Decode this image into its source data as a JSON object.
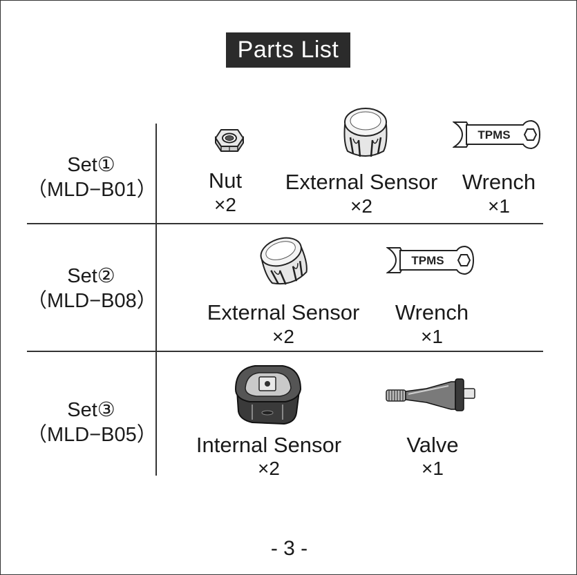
{
  "title": "Parts List",
  "sets": [
    {
      "label": "Set①",
      "model": "（MLD−B01）",
      "parts": [
        {
          "name": "Nut",
          "qty": "×2",
          "icon": "nut-icon"
        },
        {
          "name": "External  Sensor",
          "qty": "×2",
          "icon": "external-sensor-icon"
        },
        {
          "name": "Wrench",
          "qty": "×1",
          "icon": "wrench-icon"
        }
      ]
    },
    {
      "label": "Set②",
      "model": "（MLD−B08）",
      "parts": [
        {
          "name": "External  Sensor",
          "qty": "×2",
          "icon": "external-sensor-icon"
        },
        {
          "name": "Wrench",
          "qty": "×1",
          "icon": "wrench-icon"
        }
      ]
    },
    {
      "label": "Set③",
      "model": "（MLD−B05）",
      "parts": [
        {
          "name": "Internal Sensor",
          "qty": "×2",
          "icon": "internal-sensor-icon"
        },
        {
          "name": "Valve",
          "qty": "×1",
          "icon": "valve-icon"
        }
      ]
    }
  ],
  "wrench_text": "TPMS",
  "page_number": "- 3 -"
}
